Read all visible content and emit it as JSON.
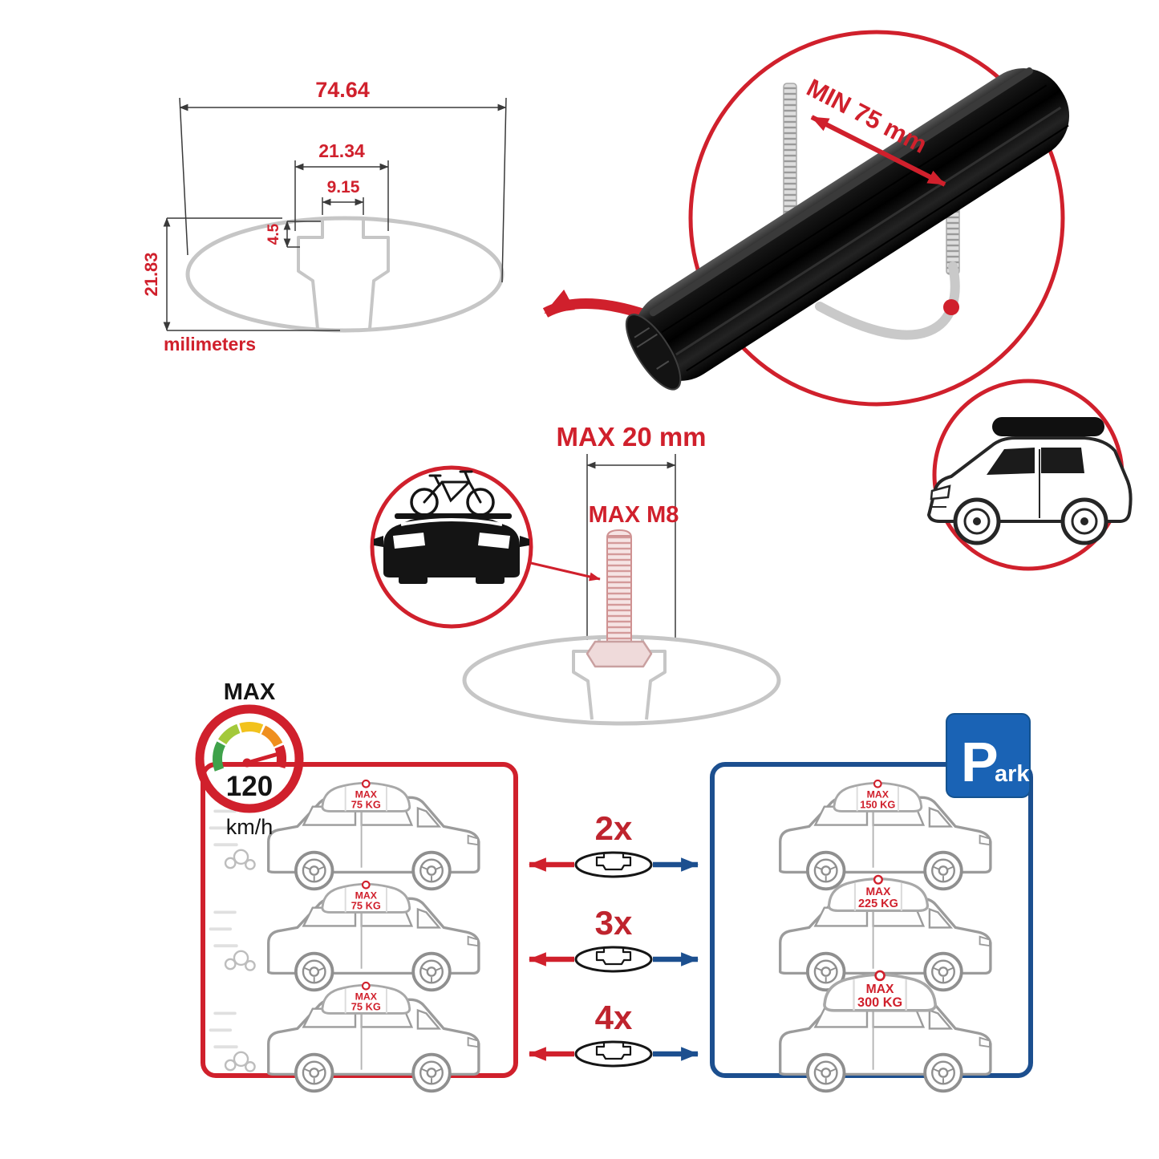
{
  "colors": {
    "red": "#d0202c",
    "dark_red": "#bf242e",
    "blue": "#1c4f8f",
    "sign_blue": "#1a63b5",
    "profile_gray": "#c6c6c6",
    "drawing_gray": "#9b9b9b"
  },
  "profile_dimensions": {
    "total_width": "74.64",
    "channel_outer_width": "21.34",
    "channel_inner_width": "9.15",
    "lip_depth": "4.5",
    "total_height": "21.83",
    "unit_label": "milimeters"
  },
  "clamp_detail": {
    "min_span_label": "MIN 75 mm"
  },
  "bolt_detail": {
    "max_length_label": "MAX 20 mm",
    "max_thread_label": "MAX M8"
  },
  "speed_limit": {
    "heading": "MAX",
    "value": "120",
    "unit": "km/h"
  },
  "parking_sign": {
    "initial": "P",
    "suffix": "ark"
  },
  "load_comparison": {
    "multipliers": [
      "2x",
      "3x",
      "4x"
    ],
    "driving_cars": [
      {
        "max_label": "MAX",
        "weight": "75 KG"
      },
      {
        "max_label": "MAX",
        "weight": "75 KG"
      },
      {
        "max_label": "MAX",
        "weight": "75 KG"
      }
    ],
    "parked_cars": [
      {
        "max_label": "MAX",
        "weight": "150 KG"
      },
      {
        "max_label": "MAX",
        "weight": "225 KG"
      },
      {
        "max_label": "MAX",
        "weight": "300 KG"
      }
    ]
  }
}
